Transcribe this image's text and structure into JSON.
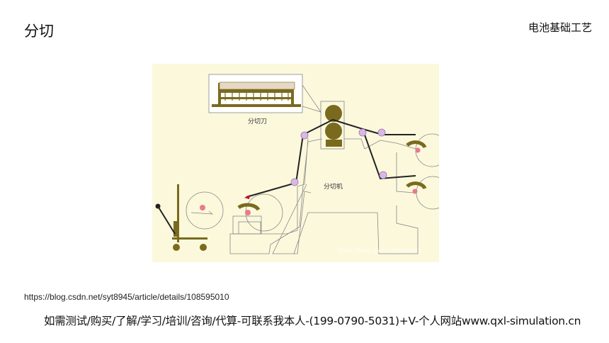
{
  "slide": {
    "title": "分切",
    "corner_label": "电池基础工艺",
    "source_url": "https://blog.csdn.net/syt8945/article/details/108595010",
    "contact_line": "如需测试/购买/了解/学习/培训/咨询/代算-可联系我本人-(199-0790-5031)+V-个人网站www.qxl-simulation.cn"
  },
  "figure": {
    "knife_label": "分切刀",
    "machine_label": "分切机",
    "watermark": "https://blog.csdn.net/syt8945"
  }
}
